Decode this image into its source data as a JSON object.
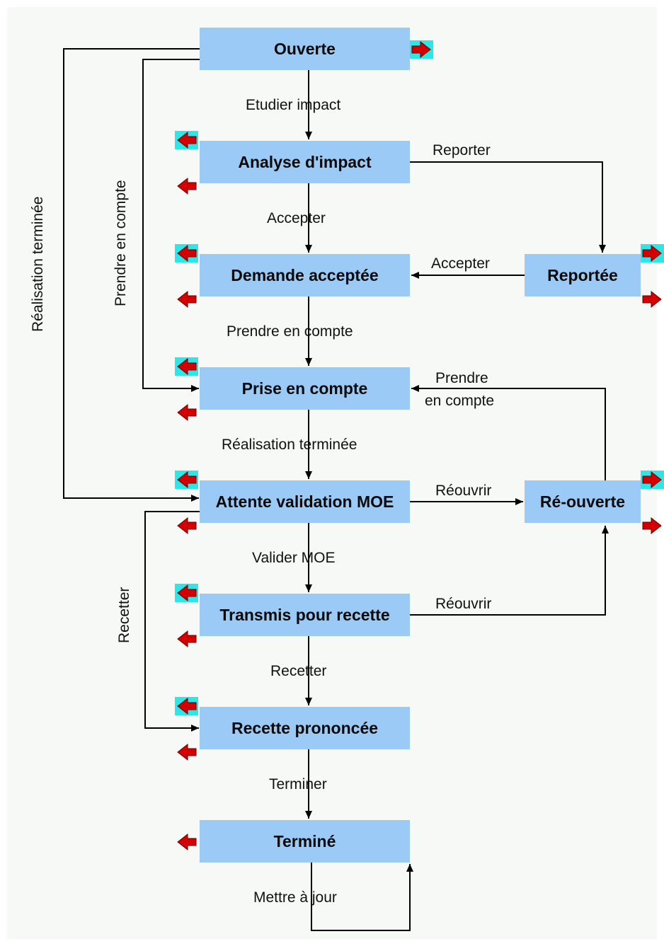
{
  "states": {
    "ouverte": "Ouverte",
    "analyse": "Analyse d'impact",
    "acceptee": "Demande acceptée",
    "prise": "Prise en compte",
    "attente": "Attente validation MOE",
    "transmis": "Transmis pour recette",
    "recette": "Recette prononcée",
    "termine": "Terminé",
    "reportee": "Reportée",
    "reouverte": "Ré-ouverte"
  },
  "transitions": {
    "etudier_impact": "Etudier impact",
    "accepter_1": "Accepter",
    "prendre_en_compte_1": "Prendre en compte",
    "realisation_terminee_1": "Réalisation terminée",
    "valider_moe": "Valider MOE",
    "recetter_1": "Recetter",
    "terminer": "Terminer",
    "mettre_a_jour": "Mettre à jour",
    "reporter": "Reporter",
    "accepter_2": "Accepter",
    "prendre_line1": "Prendre",
    "prendre_line2": "en compte",
    "reouvrir_1": "Réouvrir",
    "reouvrir_2": "Réouvrir",
    "realisation_terminee_2": "Réalisation terminée",
    "prendre_en_compte_2": "Prendre en compte",
    "recetter_2": "Recetter"
  },
  "colors": {
    "state_fill": "#9ccaf6",
    "background": "#f7f9f7",
    "connector": "#000000",
    "arrow_red": "#d40000",
    "icon_highlight": "#2ee6e6"
  }
}
